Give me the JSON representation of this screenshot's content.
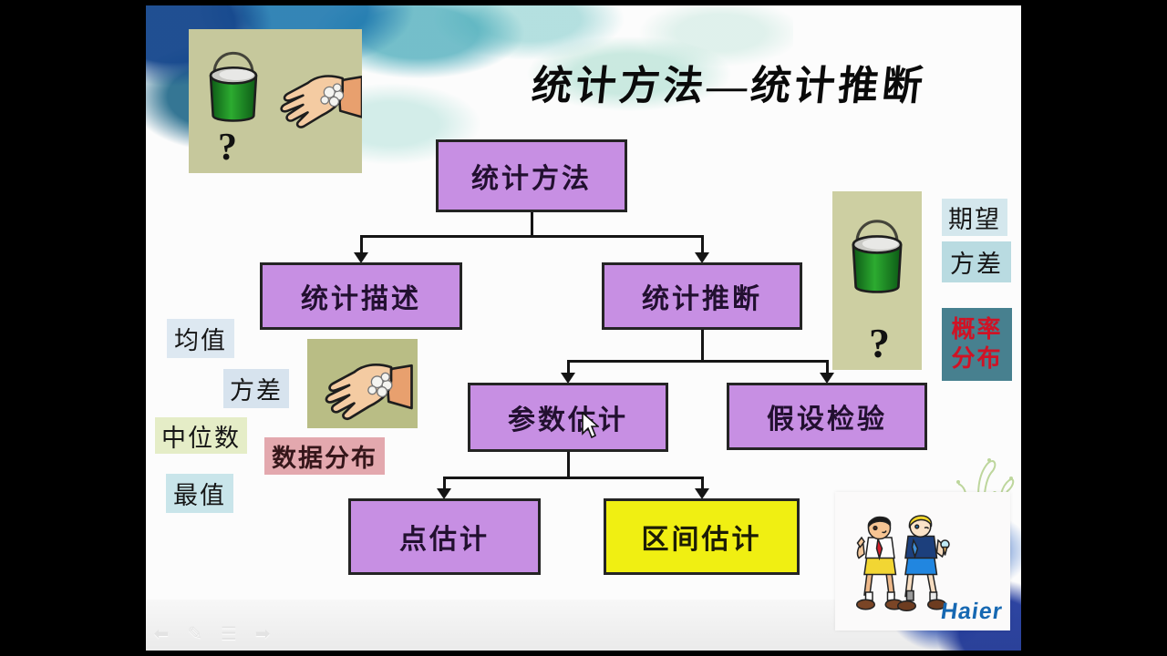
{
  "slide": {
    "title": "统计方法—统计推断",
    "flowchart": {
      "type": "tree",
      "root": "统计方法",
      "describe": "统计描述",
      "infer": "统计推断",
      "param": "参数估计",
      "hypo": "假设检验",
      "point": "点估计",
      "interval": "区间估计",
      "edges": [
        [
          "统计方法",
          "统计描述"
        ],
        [
          "统计方法",
          "统计推断"
        ],
        [
          "统计推断",
          "参数估计"
        ],
        [
          "统计推断",
          "假设检验"
        ],
        [
          "参数估计",
          "点估计"
        ],
        [
          "参数估计",
          "区间估计"
        ]
      ]
    },
    "left_labels": {
      "mean": "均值",
      "variance": "方差",
      "median": "中位数",
      "extreme": "最值",
      "data_dist": "数据分布"
    },
    "right_labels": {
      "expectation": "期望",
      "variance": "方差",
      "prob_line1": "概率",
      "prob_line2": "分布"
    },
    "question_mark": "?",
    "brand": "Haier",
    "images": [
      "bucket-and-hand-illustration",
      "hand-with-beans-illustration",
      "bucket-illustration",
      "haier-brothers-cartoon"
    ]
  },
  "toolbar": {
    "prev": "⬅",
    "pen": "✎",
    "menu": "☰",
    "next": "➡"
  },
  "colors": {
    "box_purple": "#c78fe3",
    "box_yellow": "#f0ef12",
    "label_blue": "#dde8f1",
    "label_green": "#e5edc7",
    "label_cyan": "#c9e5ea",
    "label_pink": "#e3a8ae",
    "prob_bg": "#47808f",
    "prob_text": "#d01225",
    "haier_blue": "#1668b2",
    "olive_bg": "#c6c89c"
  }
}
